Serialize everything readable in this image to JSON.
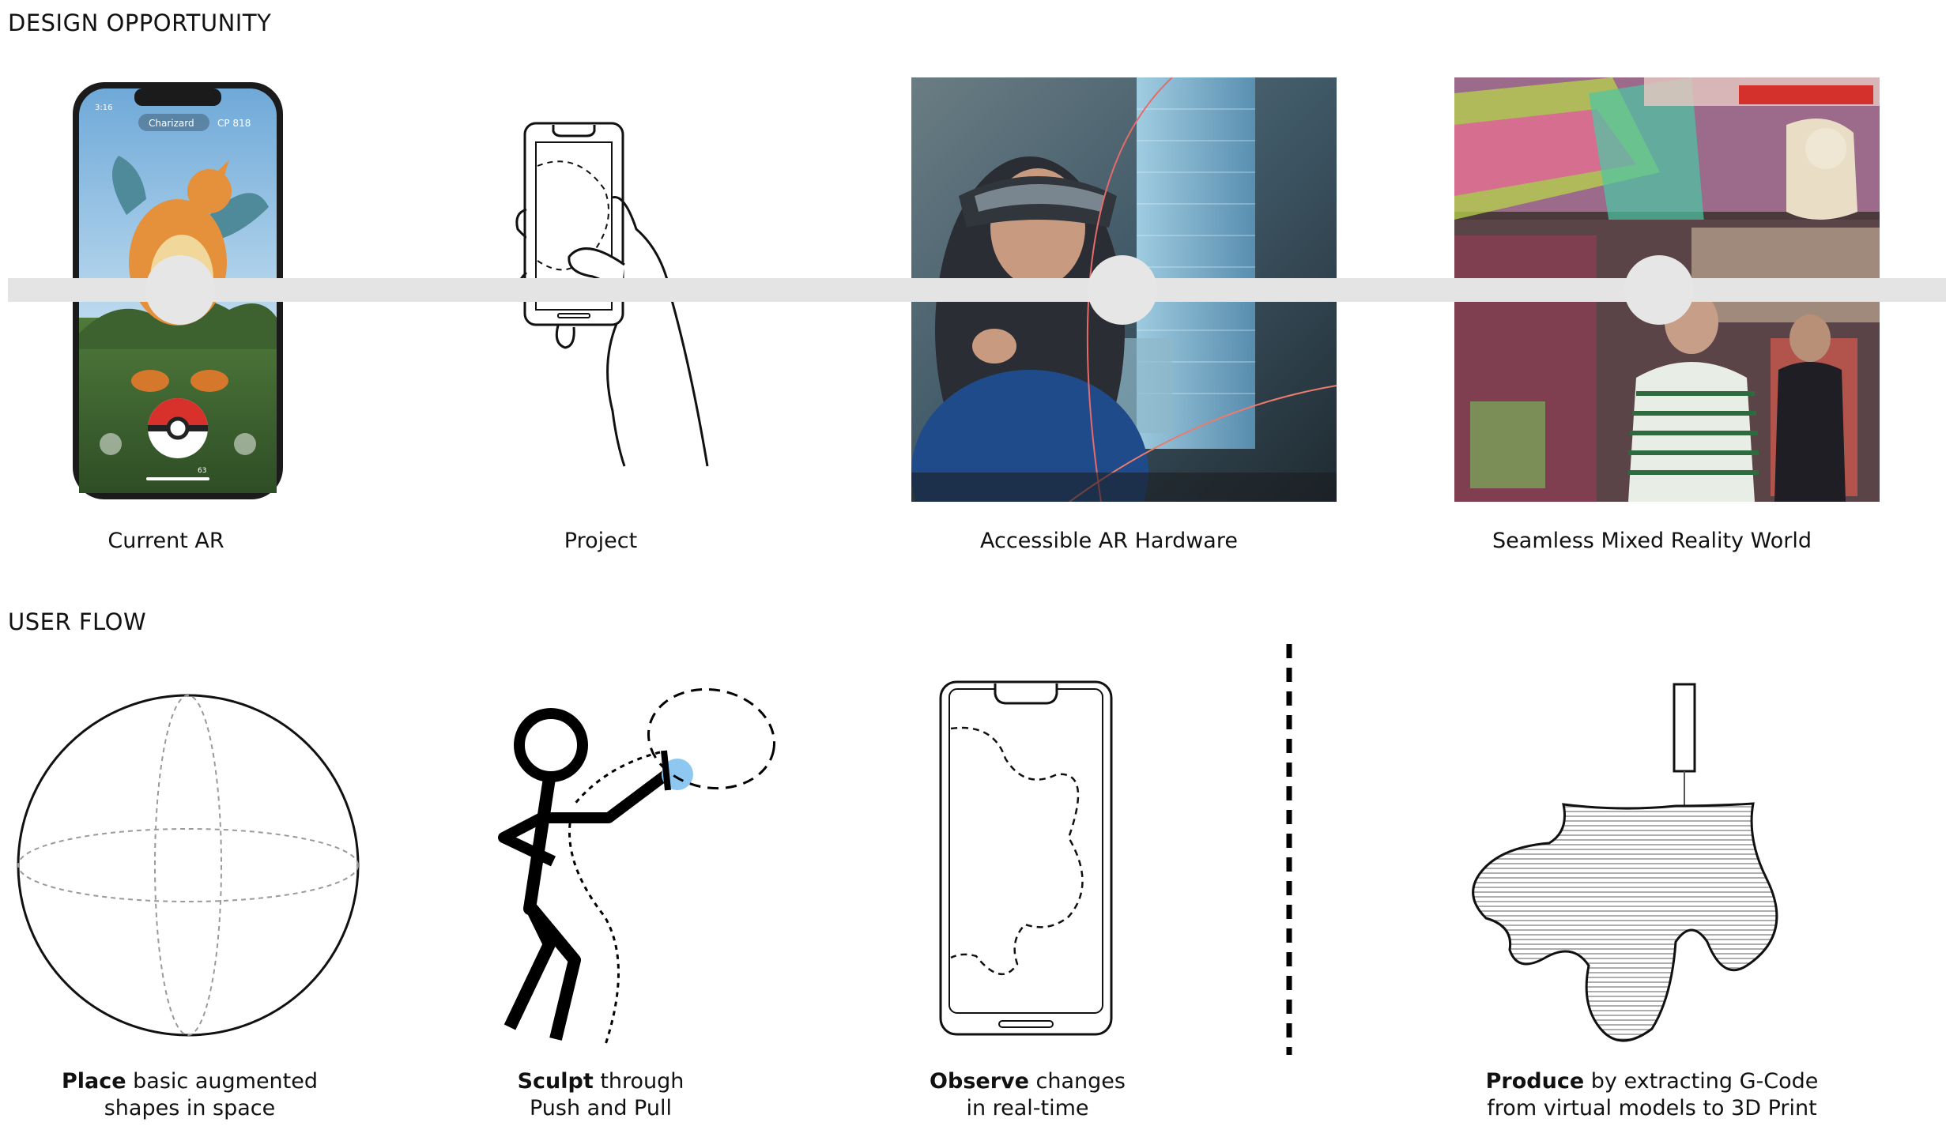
{
  "design_opportunity": {
    "title": "DESIGN OPPORTUNITY",
    "stages": [
      {
        "label": "Current AR"
      },
      {
        "label": "Project"
      },
      {
        "label": "Accessible AR Hardware"
      },
      {
        "label": "Seamless Mixed Reality World"
      }
    ],
    "phone_screen": {
      "top_status": "3:16",
      "pokemon_name": "Charizard",
      "cp_value": "CP 818",
      "ball_count": "63"
    }
  },
  "user_flow": {
    "title": "USER FLOW",
    "steps": [
      {
        "strong": "Place",
        "rest": " basic augmented",
        "line2": "shapes in space"
      },
      {
        "strong": "Sculpt",
        "rest": " through",
        "line2": "Push and Pull"
      },
      {
        "strong": "Observe",
        "rest": " changes",
        "line2": "in real-time"
      },
      {
        "strong": "Produce",
        "rest": " by extracting G-Code",
        "line2": "from virtual models to 3D Print"
      }
    ]
  },
  "colors": {
    "timeline": "#e4e4e4",
    "node": "#e6e6e6",
    "touch_point": "#8ec8f0"
  }
}
